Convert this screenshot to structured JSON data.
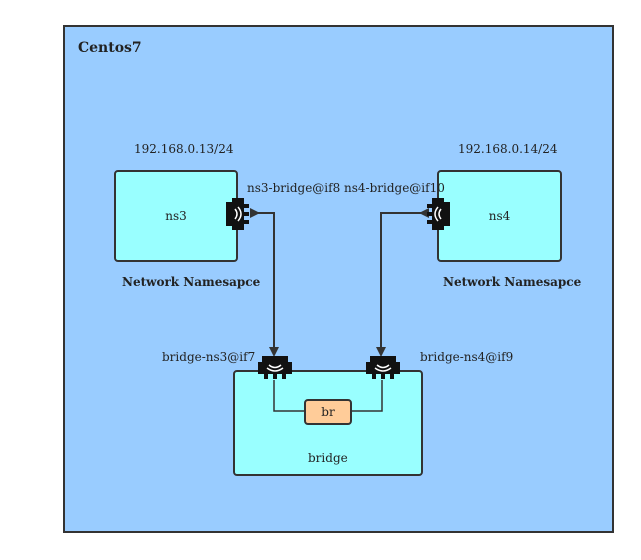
{
  "host": {
    "title": "Centos7"
  },
  "ns3": {
    "ip": "192.168.0.13/24",
    "name": "ns3",
    "caption": "Network Namesapce",
    "veth": "ns3-bridge@if8"
  },
  "ns4": {
    "ip": "192.168.0.14/24",
    "name": "ns4",
    "caption": "Network Namesapce",
    "veth": "ns4-bridge@if10"
  },
  "bridge": {
    "name": "bridge",
    "br_label": "br",
    "port_ns3": "bridge-ns3@if7",
    "port_ns4": "bridge-ns4@if9"
  },
  "colors": {
    "host_bg": "#99ccff",
    "namespace_bg": "#99ffff",
    "br_bg": "#ffcc99",
    "stroke": "#333333"
  },
  "icons": [
    "network-card-icon"
  ]
}
